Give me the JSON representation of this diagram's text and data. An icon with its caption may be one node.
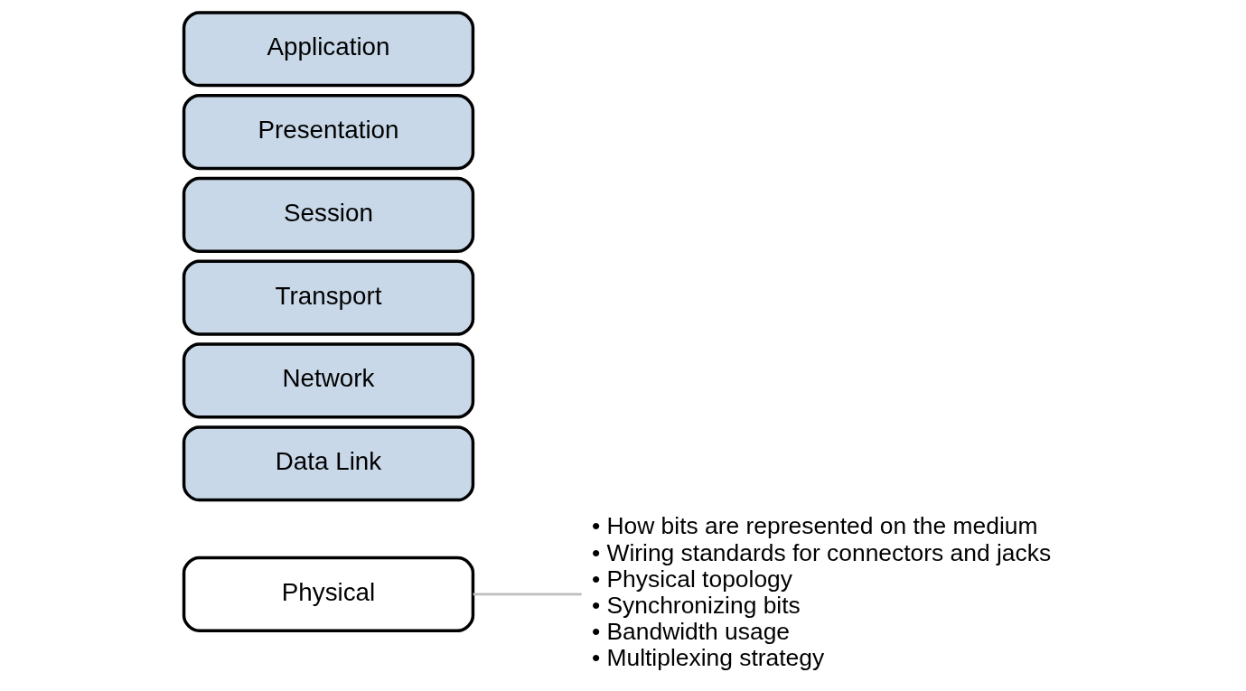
{
  "diagram": {
    "nodes": [
      {
        "text": [
          "Application"
        ]
      },
      {
        "text": [
          "Presentation"
        ]
      },
      {
        "text": [
          "Session"
        ]
      },
      {
        "text": [
          "Transport"
        ]
      },
      {
        "text": [
          "Network"
        ]
      },
      {
        "text": [
          "Data Link"
        ]
      },
      {
        "text": [
          "Physical"
        ]
      },
      {
        "text": [
          "• How bits are represented on the medium",
          "• Wiring standards for connectors and jacks",
          "• Physical topology",
          "• Synchronizing bits",
          "• Bandwidth usage",
          "• Multiplexing strategy"
        ]
      }
    ],
    "edges": [
      {
        "from": 6,
        "to": 7,
        "arrow": "none",
        "color": "#bdbdbd"
      }
    ]
  }
}
